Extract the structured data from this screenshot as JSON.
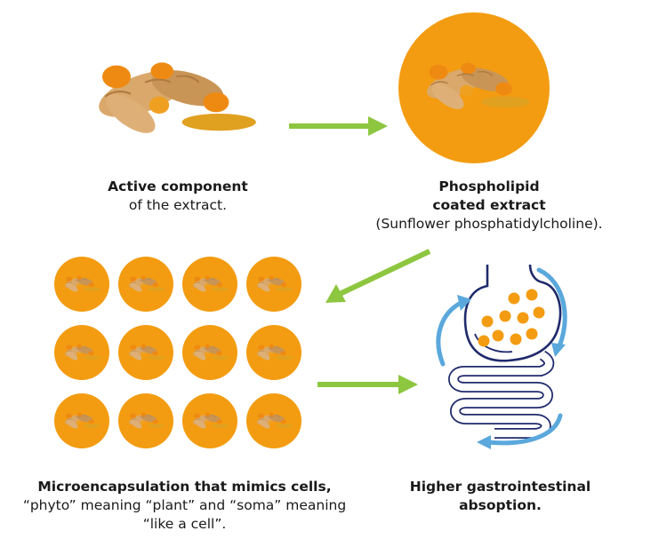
{
  "colors": {
    "orange": "#f39c11",
    "turmeric_root": "#d9a86a",
    "turmeric_flesh": "#ee8a12",
    "arrow_green": "#8dc63f",
    "gut_line": "#1f2a6b",
    "gut_flow": "#5aa8dc"
  },
  "steps": {
    "active": {
      "title": "Active component",
      "subtitle": "of the extract."
    },
    "coated": {
      "title_line1": "Phospholipid",
      "title_line2": "coated extract",
      "subtitle": "(Sunflower phosphatidylcholine)."
    },
    "micro": {
      "title": "Microencapsulation that mimics cells,",
      "line2": "“phyto” meaning “plant” and “soma” meaning",
      "line3": "“like a cell”."
    },
    "absorption": {
      "title_line1": "Higher gastrointestinal",
      "title_line2": "absoption."
    }
  },
  "icons": {
    "raw": "turmeric-root-icon",
    "coated": "coated-turmeric-circle-icon",
    "capsule": "phytosome-capsule-icon",
    "digestive": "digestive-system-icon"
  }
}
